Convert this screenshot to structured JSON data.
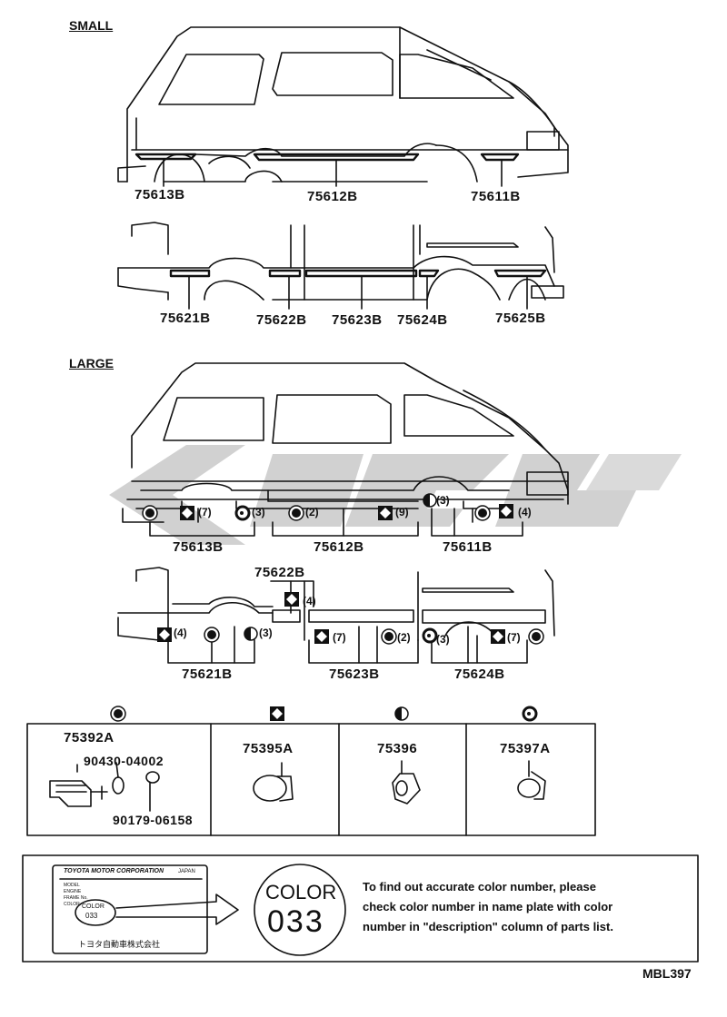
{
  "sections": {
    "small": "SMALL",
    "large": "LARGE"
  },
  "small_upper_parts": [
    "75613B",
    "75612B",
    "75611B"
  ],
  "small_lower_parts": [
    "75621B",
    "75622B",
    "75623B",
    "75624B",
    "75625B"
  ],
  "large_upper_parts": [
    "75613B",
    "75612B",
    "75611B"
  ],
  "large_lower_parts": [
    "75622B",
    "75621B",
    "75623B",
    "75624B"
  ],
  "large_upper_qty": [
    "(7)",
    "(3)",
    "(2)",
    "(9)",
    "(3)",
    "(4)"
  ],
  "large_lower_qty": [
    "(4)",
    "(4)",
    "(3)",
    "(7)",
    "(2)",
    "(3)",
    "(7)"
  ],
  "fasteners": {
    "f1": {
      "part": "75392A",
      "sub1": "90430-04002",
      "sub2": "90179-06158"
    },
    "f2": {
      "part": "75395A"
    },
    "f3": {
      "part": "75396"
    },
    "f4": {
      "part": "75397A"
    }
  },
  "plate": {
    "company": "TOYOTA MOTOR CORPORATION",
    "country": "JAPAN",
    "rows": [
      "MODEL",
      "ENGINE",
      "FRAME No.",
      "COLOR"
    ],
    "small_color": "COLOR",
    "small_code": "033",
    "japanese": "トヨタ自動車株式会社"
  },
  "color_badge": {
    "label": "COLOR",
    "code": "033"
  },
  "note": [
    "To find out accurate color number, please",
    "check color number in name plate with color",
    "number in \"description\" column of parts list."
  ],
  "ref_code": "MBL397",
  "colors": {
    "ink": "#111111",
    "watermark": "#c8c8c8"
  }
}
